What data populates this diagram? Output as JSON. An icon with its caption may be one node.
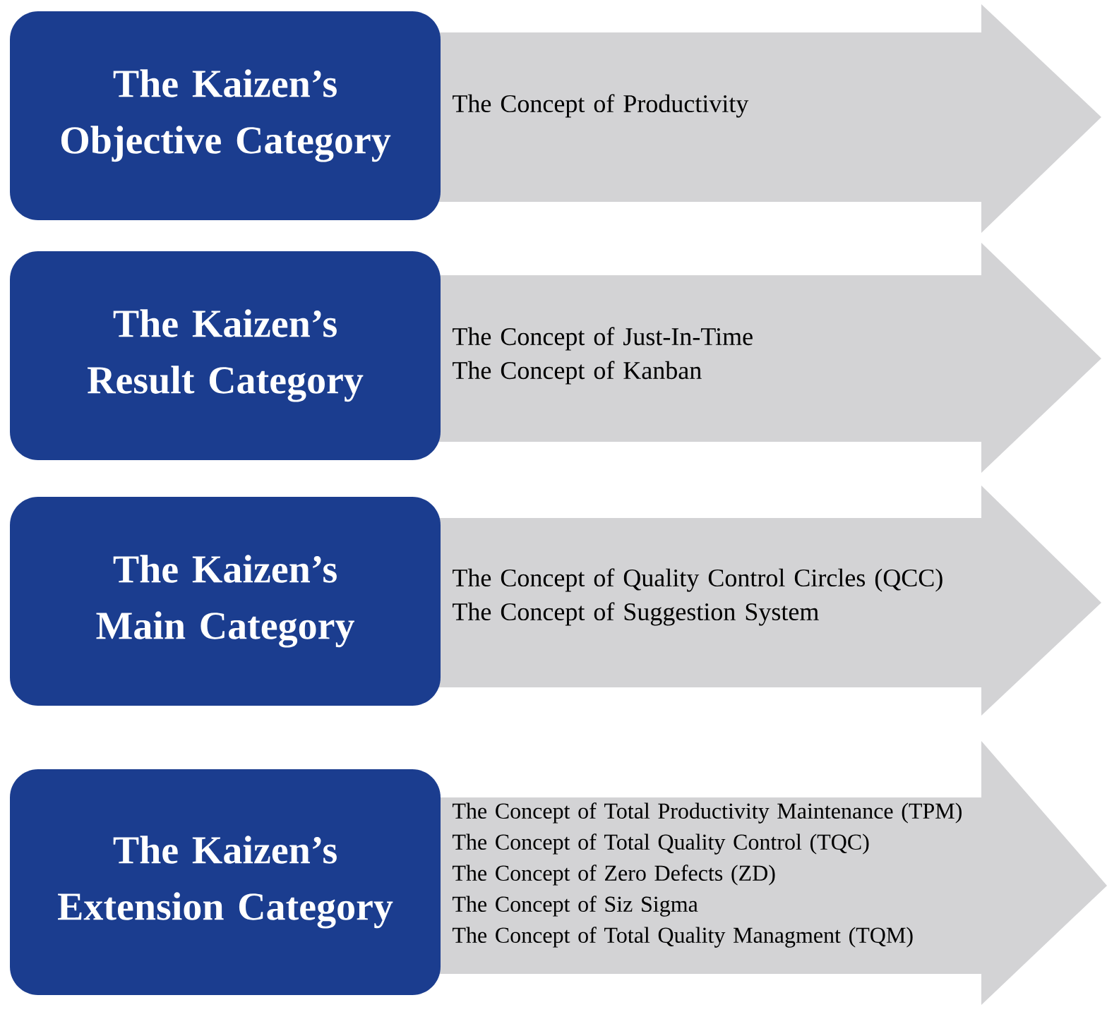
{
  "diagram": {
    "nodes": [
      {
        "text": [
          "The Kaizen’s Objective Category"
        ]
      },
      {
        "text": [
          "The Concept of Productivity"
        ]
      },
      {
        "text": [
          "The Kaizen’s Result Category"
        ]
      },
      {
        "text": [
          "The Concept of Just-In-Time",
          "The Concept of Kanban"
        ]
      },
      {
        "text": [
          "The Kaizen’s Main Category"
        ]
      },
      {
        "text": [
          "The Concept of Quality Control Circles (QCC)",
          "The Concept of Suggestion System"
        ]
      },
      {
        "text": [
          "The Kaizen’s Extension Category"
        ]
      },
      {
        "text": [
          "The Concept of Total Productivity Maintenance (TPM)",
          "The Concept of Total Quality Control (TQC)",
          "The Concept of Zero Defects (ZD)",
          "The Concept of Siz Sigma",
          "The Concept of Total Quality Managment (TQM)"
        ]
      }
    ]
  }
}
